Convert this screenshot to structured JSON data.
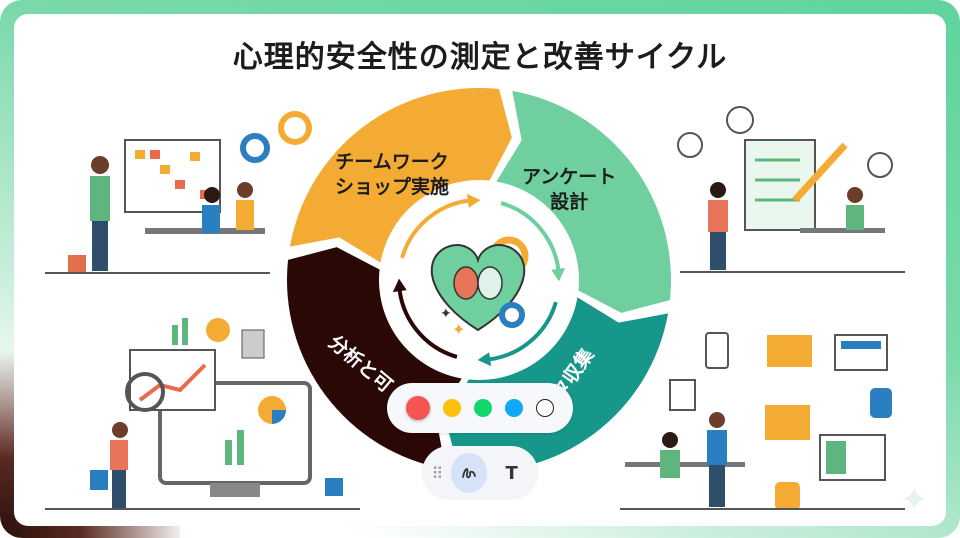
{
  "title": "心理的安全性の測定と改善サイクル",
  "cycle": {
    "segments": [
      {
        "label": "チームワーク\nショップ実施",
        "color": "#f4ab34"
      },
      {
        "label": "アンケート\n設計",
        "color": "#6fcf9f"
      },
      {
        "label": "タ収集",
        "color": "#17968a"
      },
      {
        "label": "分析と可",
        "color": "#2a0806"
      }
    ]
  },
  "toolbar": {
    "colors": [
      {
        "name": "red",
        "hex": "#f65353"
      },
      {
        "name": "yellow",
        "hex": "#fdc00c"
      },
      {
        "name": "green",
        "hex": "#12d66b"
      },
      {
        "name": "blue",
        "hex": "#0fa8f7"
      },
      {
        "name": "white",
        "hex": "#ffffff"
      }
    ],
    "drag_icon": "⠿",
    "pen_icon": "ʂ",
    "text_tool": "T"
  }
}
